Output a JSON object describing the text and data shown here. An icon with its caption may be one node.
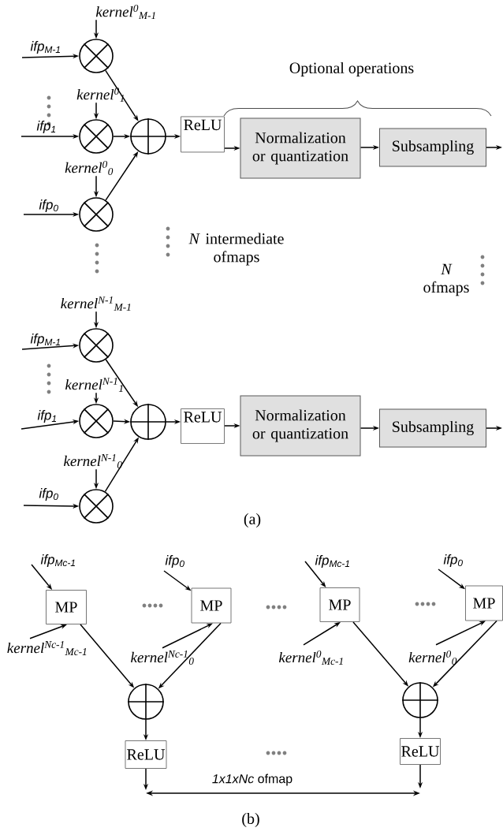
{
  "diagram": {
    "nodes": [
      {
        "text": [
          "kernel$^{0}$$_{M-1}$"
        ]
      },
      {
        "text": [],
        "shape": "circle"
      },
      {
        "text": [
          "kernel$^{0}$$_{1}$"
        ]
      },
      {
        "text": [],
        "shape": "circle"
      },
      {
        "text": [
          "kernel$^{0}$$_{0}$"
        ]
      },
      {
        "text": [],
        "shape": "circle"
      },
      {
        "text": [],
        "shape": "circle"
      },
      {
        "text": [
          "ReLU"
        ]
      },
      {
        "text": [
          "Normalization or quantization"
        ]
      },
      {
        "text": [
          "Subsampling"
        ]
      },
      {
        "text": [
          "kernel$^{N-1}$$_{M-1}$"
        ]
      },
      {
        "text": [],
        "shape": "circle"
      },
      {
        "text": [
          "kernel$^{N-1}$$_{1}$"
        ]
      },
      {
        "text": [],
        "shape": "circle"
      },
      {
        "text": [
          "kernel$^{N-1}$$_{0}$"
        ]
      },
      {
        "text": [],
        "shape": "circle"
      },
      {
        "text": [],
        "shape": "circle"
      },
      {
        "text": [
          "ReLU"
        ]
      },
      {
        "text": [
          "Normalization or quantization"
        ]
      },
      {
        "text": [
          "Subsampling"
        ]
      },
      {
        "text": [
          "MP"
        ]
      },
      {
        "text": [
          "kernel$^{Nc-1}$$_{Mc-1}$"
        ]
      },
      {
        "text": [
          "MP"
        ]
      },
      {
        "text": [
          "kernel$^{Nc-1}$$_{0}$"
        ]
      },
      {
        "text": [
          "MP"
        ]
      },
      {
        "text": [
          "kernel$^{0}$$_{Mc-1}$"
        ]
      },
      {
        "text": [
          "MP"
        ]
      },
      {
        "text": [
          "kernel$^{0}$$_{0}$"
        ]
      },
      {
        "text": [],
        "shape": "circle"
      },
      {
        "text": [],
        "shape": "circle"
      },
      {
        "text": [
          "ReLU"
        ]
      },
      {
        "text": [
          "ReLU"
        ]
      }
    ],
    "edges": [
      {
        "from": null,
        "to": 1,
        "arrow": "to",
        "label": "ifp$_{M-1}$"
      },
      {
        "from": 0,
        "to": 1,
        "arrow": "to"
      },
      {
        "from": 1,
        "to": 6,
        "arrow": "to"
      },
      {
        "from": null,
        "to": 3,
        "arrow": "to",
        "label": "ifp$_{1}$"
      },
      {
        "from": 2,
        "to": 3,
        "arrow": "to"
      },
      {
        "from": 3,
        "to": 6,
        "arrow": "to"
      },
      {
        "from": null,
        "to": 5,
        "arrow": "to",
        "label": "ifp$_{0}$"
      },
      {
        "from": 4,
        "to": 5,
        "arrow": "to"
      },
      {
        "from": 5,
        "to": 6,
        "arrow": "to"
      },
      {
        "from": 6,
        "to": 7,
        "arrow": "to"
      },
      {
        "from": 7,
        "to": 8,
        "arrow": "to"
      },
      {
        "from": 8,
        "to": 9,
        "arrow": "to"
      },
      {
        "from": 9,
        "to": null,
        "arrow": "to"
      },
      {
        "from": null,
        "to": 11,
        "arrow": "to",
        "label": "ifp$_{M-1}$"
      },
      {
        "from": 10,
        "to": 11,
        "arrow": "to"
      },
      {
        "from": 11,
        "to": 16,
        "arrow": "to"
      },
      {
        "from": null,
        "to": 13,
        "arrow": "to",
        "label": "ifp$_{1}$"
      },
      {
        "from": 12,
        "to": 13,
        "arrow": "to"
      },
      {
        "from": 13,
        "to": 16,
        "arrow": "to"
      },
      {
        "from": null,
        "to": 15,
        "arrow": "to",
        "label": "ifp$_{0}$"
      },
      {
        "from": 14,
        "to": 15,
        "arrow": "to"
      },
      {
        "from": 15,
        "to": 16,
        "arrow": "to"
      },
      {
        "from": 16,
        "to": 17,
        "arrow": "to"
      },
      {
        "from": 17,
        "to": 18,
        "arrow": "to"
      },
      {
        "from": 18,
        "to": 19,
        "arrow": "to"
      },
      {
        "from": 19,
        "to": null,
        "arrow": "to"
      },
      {
        "from": null,
        "to": 20,
        "arrow": "to",
        "label": "ifp$_{Mc-1}$"
      },
      {
        "from": 21,
        "to": 20,
        "arrow": "to"
      },
      {
        "from": null,
        "to": 22,
        "arrow": "to",
        "label": "ifp$_{0}$"
      },
      {
        "from": 23,
        "to": 22,
        "arrow": "to"
      },
      {
        "from": 20,
        "to": 28,
        "arrow": "to"
      },
      {
        "from": 22,
        "to": 28,
        "arrow": "to"
      },
      {
        "from": null,
        "to": 24,
        "arrow": "to",
        "label": "ifp$_{Mc-1}$"
      },
      {
        "from": 25,
        "to": 24,
        "arrow": "to"
      },
      {
        "from": null,
        "to": 26,
        "arrow": "to",
        "label": "ifp$_{0}$"
      },
      {
        "from": 27,
        "to": 26,
        "arrow": "to"
      },
      {
        "from": 24,
        "to": 29,
        "arrow": "to"
      },
      {
        "from": 26,
        "to": 29,
        "arrow": "to"
      },
      {
        "from": 28,
        "to": 30,
        "arrow": "to"
      },
      {
        "from": 29,
        "to": 31,
        "arrow": "to"
      },
      {
        "from": 30,
        "to": null,
        "arrow": "to"
      },
      {
        "from": 31,
        "to": null,
        "arrow": "to"
      }
    ],
    "labels": [
      "Optional operations",
      "*N* intermediate ofmaps",
      "*N* ofmaps",
      "(a)",
      "*1x1xNc* ofmap",
      "(b)"
    ]
  }
}
